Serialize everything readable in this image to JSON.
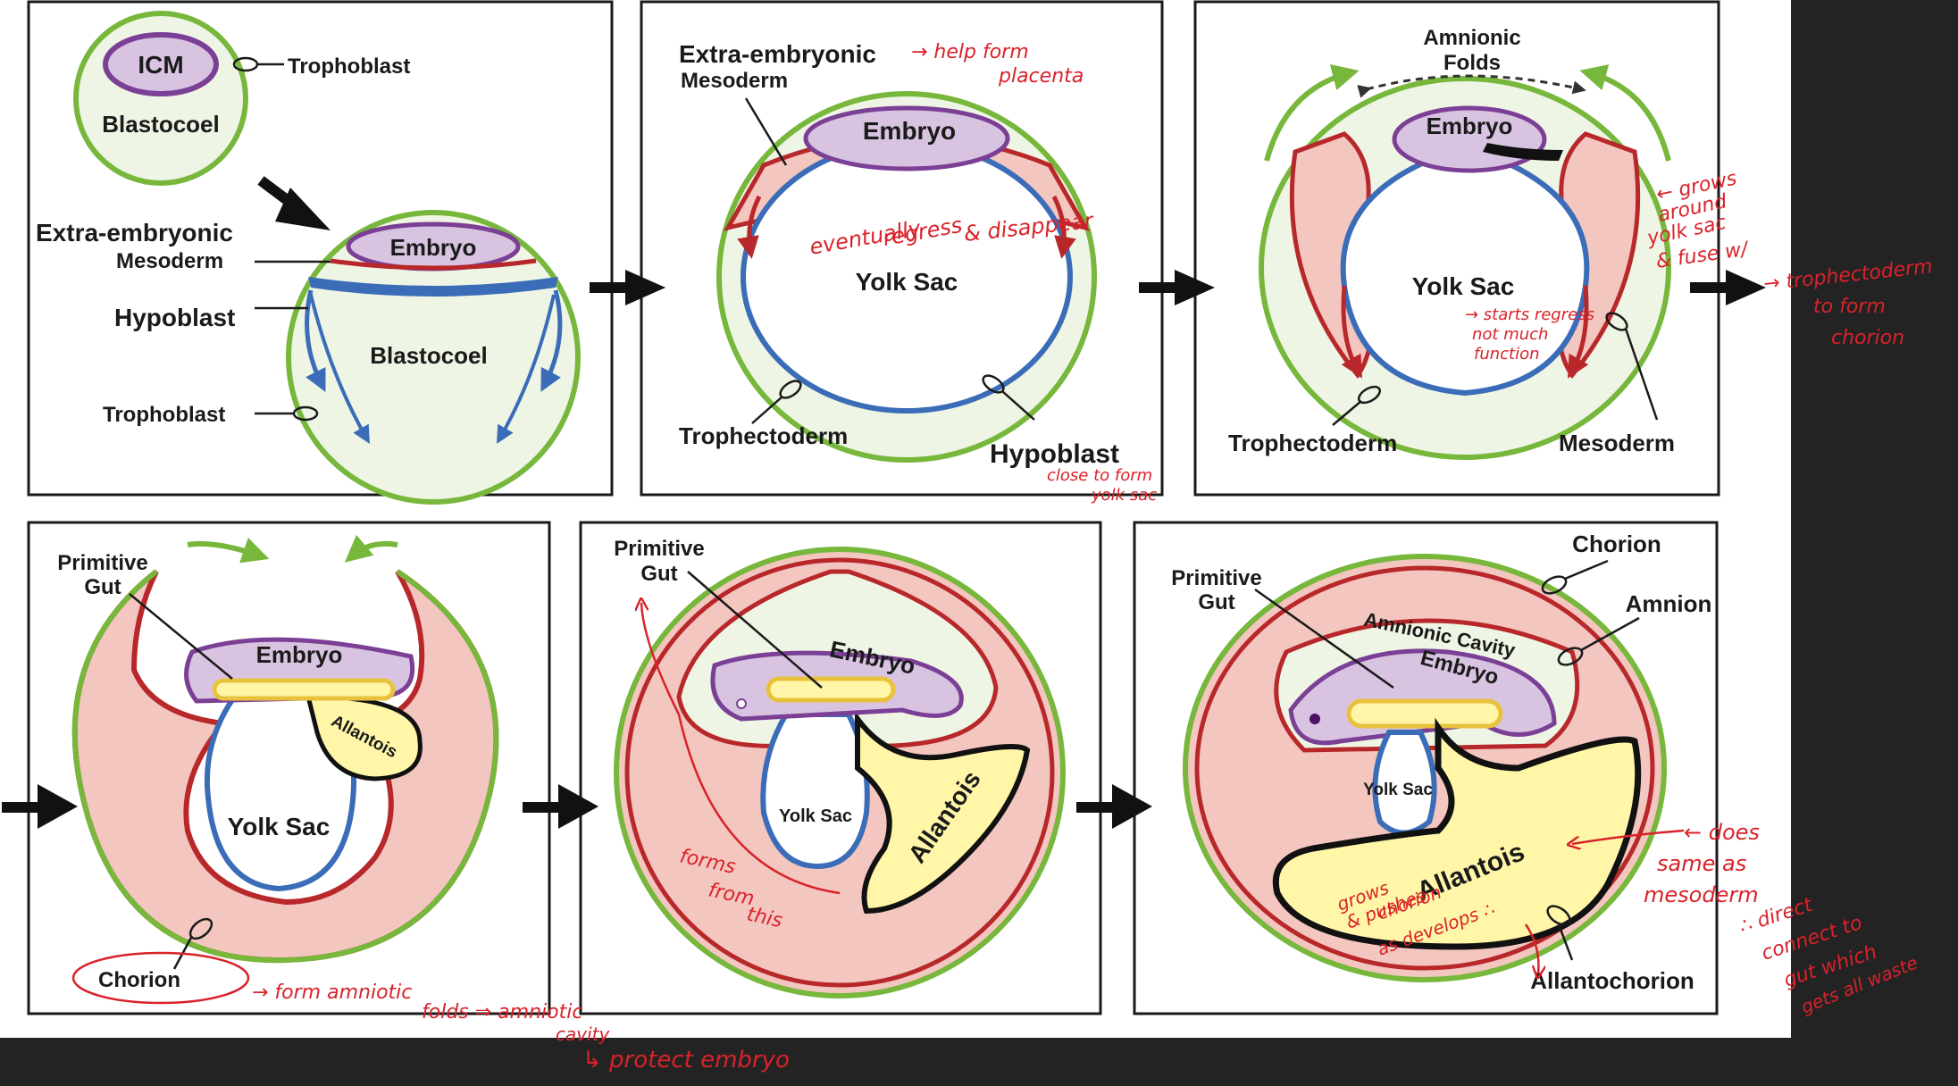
{
  "colors": {
    "green": "#77b73c",
    "red": "#b8282b",
    "blue": "#3b6cb8",
    "purple": "#7b3f95",
    "lavender": "#d8c4e1",
    "pink": "#f4c6c0",
    "pale_green": "#eef5e4",
    "yellow": "#fff6a8",
    "gold": "#e8c23d",
    "annotation": "#d9222a"
  },
  "labels": {
    "icm": "ICM",
    "trophoblast": "Trophoblast",
    "blastocoel": "Blastocoel",
    "extra_embryonic": "Extra-embryonic",
    "mesoderm_line": "Mesoderm",
    "embryo": "Embryo",
    "hypoblast": "Hypoblast",
    "yolk_sac": "Yolk Sac",
    "trophectoderm": "Trophectoderm",
    "amnionic": "Amnionic",
    "folds": "Folds",
    "mesoderm": "Mesoderm",
    "primitive": "Primitive",
    "gut": "Gut",
    "allantois": "Allantois",
    "chorion": "Chorion",
    "amnion": "Amnion",
    "amnionic_cavity": "Amnionic Cavity",
    "allantochorion": "Allantochorion"
  },
  "annotations": {
    "help_form": "→ help  form",
    "placenta": "placenta",
    "eventually": "eventually",
    "regress": "regress",
    "disappear": "& disappear",
    "close_to_form": "close to form",
    "yolk_sac_note": "yolk sac",
    "grows": "← grows",
    "around": "around",
    "yolk_sac_a": "yolk sac",
    "fuse_w": "& fuse w/",
    "trophectoderm_note": "→ trophectoderm",
    "to_form": "to  form",
    "chorion_note": "chorion",
    "starts_regress": "→ starts regress",
    "not_much": "not much",
    "function": "function",
    "from_amniotic": "→ form amniotic",
    "folds_arrow": "folds ⇒  amniotic",
    "cavity": "cavity",
    "protect": "↳ protect embryo",
    "forms": "forms",
    "from": "from",
    "this": "this",
    "grows_pushes": "grows",
    "pushes2": "& pushes",
    "chorion_as": "chorion",
    "as_develops": "as develops ∴",
    "does": "← does",
    "same_as": "same  as",
    "mesoderm_note": "mesoderm",
    "direct": "∴ direct",
    "connect": "connect to",
    "gut_which": "gut which",
    "gets_waste": "gets  all  waste"
  }
}
